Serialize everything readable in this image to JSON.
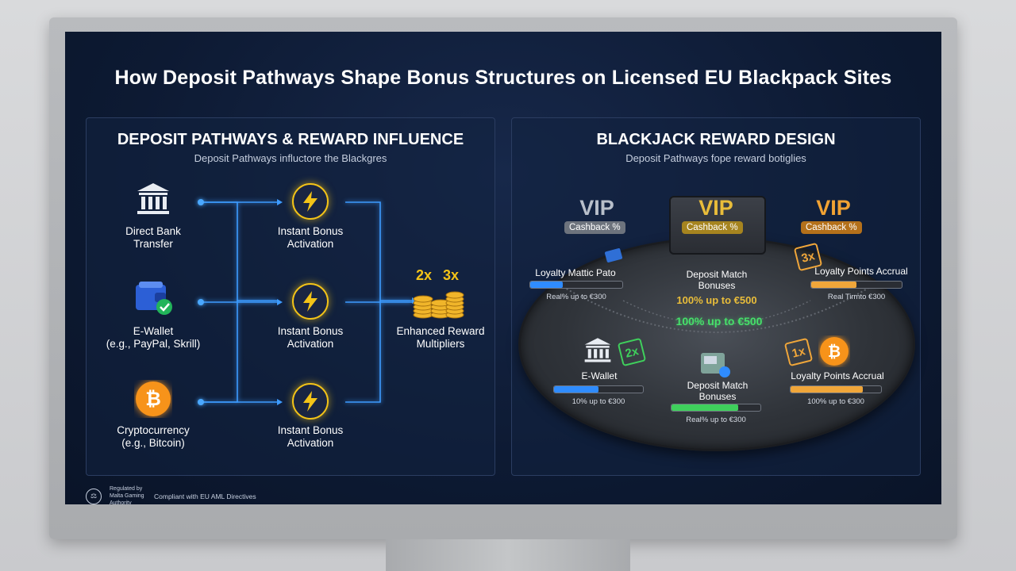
{
  "page": {
    "title": "How Deposit Pathways Shape Bonus Structures on Licensed EU Blackpack Sites"
  },
  "left_panel": {
    "title": "DEPOSIT PATHWAYS & REWARD INFLUENCE",
    "subtitle": "Deposit Pathways influctore the Blackgres",
    "pathways": [
      {
        "label_line1": "Direct Bank",
        "label_line2": "Transfer",
        "icon": "bank-icon"
      },
      {
        "label_line1": "E-Wallet",
        "label_line2": "(e.g., PayPal, Skrill)",
        "icon": "wallet-icon"
      },
      {
        "label_line1": "Cryptocurrency",
        "label_line2": "(e.g., Bitcoin)",
        "icon": "bitcoin-icon"
      }
    ],
    "activations": [
      {
        "label_line1": "Instant Bonus",
        "label_line2": "Activation"
      },
      {
        "label_line1": "Instant Bonus",
        "label_line2": "Activation"
      },
      {
        "label_line1": "Instant Bonus",
        "label_line2": "Activation"
      }
    ],
    "result": {
      "mult_a": "2x",
      "mult_b": "3x",
      "label_line1": "Enhanced Reward",
      "label_line2": "Multipliers"
    }
  },
  "right_panel": {
    "title": "BLACKJACK REWARD DESIGN",
    "subtitle": "Deposit Pathways fope reward botiglies",
    "vip": [
      {
        "label": "VIP",
        "pill": "Cashback %",
        "color": "#b8bfca",
        "pill_bg": "#6d737d"
      },
      {
        "label": "VIP",
        "pill": "Cashback %",
        "color": "#e9bd3a",
        "pill_bg": "#a6841f"
      },
      {
        "label": "VIP",
        "pill": "Cashback %",
        "color": "#f1a233",
        "pill_bg": "#b4701a"
      }
    ],
    "stats": {
      "loyalty_match": {
        "label": "Loyalty Mattic Pato",
        "note": "Real% up to €300",
        "fill": 0.35,
        "color": "#2f8cff"
      },
      "deposit_match_top": {
        "line1": "Deposit Match",
        "line2": "Bonuses",
        "value": "100% up to €500"
      },
      "center_green": "100% up to €500",
      "loyalty_accrual_top": {
        "label": "Loyalty Points Accrual",
        "note": "Real Tirmto €300",
        "fill": 0.5,
        "color": "#f0a63a"
      },
      "ewallet": {
        "label": "E-Wallet",
        "note": "10% up to €300",
        "fill": 0.5,
        "color": "#2f8cff"
      },
      "deposit_match_bottom": {
        "line1": "Deposit Match",
        "line2": "Bonuses",
        "note": "Real% up to €300",
        "fill": 0.75,
        "color": "#3fd05c"
      },
      "loyalty_accrual_bottom": {
        "label": "Loyalty Points Accrual",
        "note": "100% up to €300",
        "fill": 0.8,
        "color": "#f0a63a"
      }
    },
    "multipliers": [
      {
        "text": "3x",
        "color": "#f0a63a"
      },
      {
        "text": "2x",
        "color": "#3fd05c"
      },
      {
        "text": "1x",
        "color": "#f0a63a"
      }
    ]
  },
  "footer": {
    "regulator": "Regulated by Malta Gaming Authority",
    "compliance": "Compliant with EU AML Directives"
  },
  "colors": {
    "accent_blue": "#4aa8ff",
    "accent_gold": "#f3c318",
    "bitcoin_orange": "#f7931a"
  }
}
